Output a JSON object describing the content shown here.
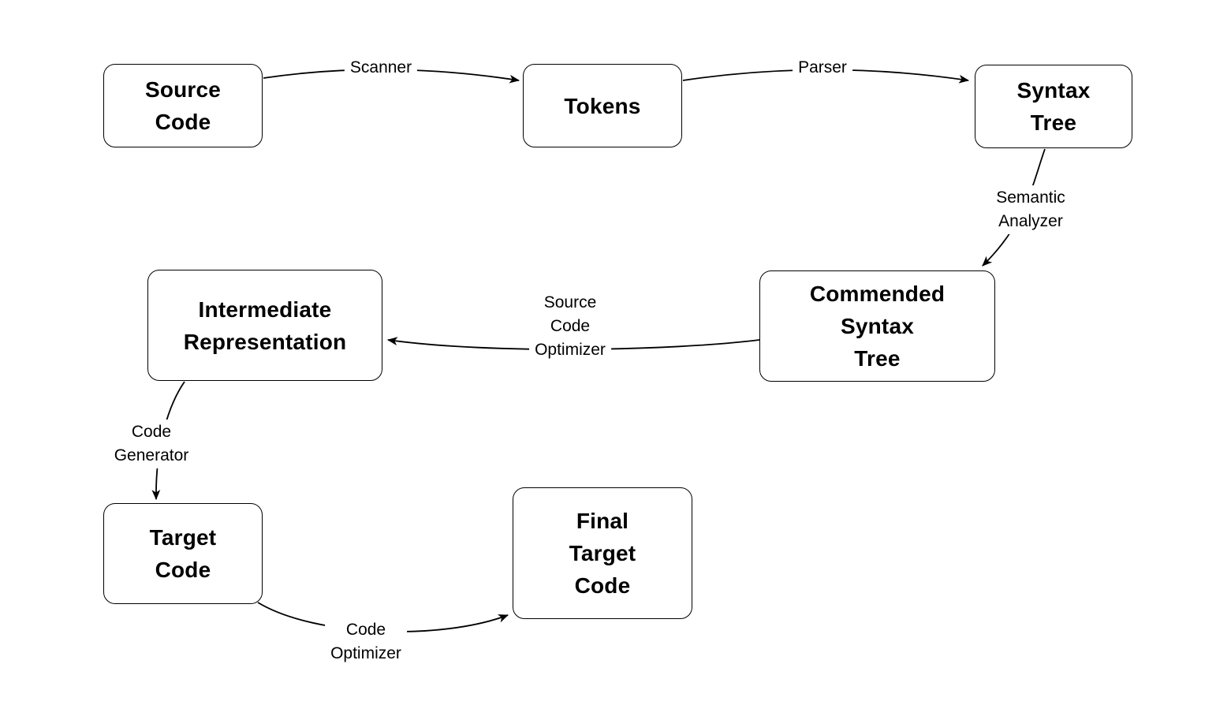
{
  "diagram": {
    "background_color": "#ffffff",
    "stroke_color": "#000000",
    "nodes": [
      {
        "id": "source-code",
        "label": "Source\nCode"
      },
      {
        "id": "tokens",
        "label": "Tokens"
      },
      {
        "id": "syntax-tree",
        "label": "Syntax\nTree"
      },
      {
        "id": "commended-syntax-tree",
        "label": "Commended\nSyntax\nTree"
      },
      {
        "id": "intermediate-representation",
        "label": "Intermediate\nRepresentation"
      },
      {
        "id": "target-code",
        "label": "Target\nCode"
      },
      {
        "id": "final-target-code",
        "label": "Final\nTarget\nCode"
      }
    ],
    "edges": [
      {
        "id": "scanner",
        "label": "Scanner",
        "from": "source-code",
        "to": "tokens"
      },
      {
        "id": "parser",
        "label": "Parser",
        "from": "tokens",
        "to": "syntax-tree"
      },
      {
        "id": "semantic-analyzer",
        "label": "Semantic\nAnalyzer",
        "from": "syntax-tree",
        "to": "commended-syntax-tree"
      },
      {
        "id": "source-code-optimizer",
        "label": "Source\nCode\nOptimizer",
        "from": "commended-syntax-tree",
        "to": "intermediate-representation"
      },
      {
        "id": "code-generator",
        "label": "Code\nGenerator",
        "from": "intermediate-representation",
        "to": "target-code"
      },
      {
        "id": "code-optimizer",
        "label": "Code\nOptimizer",
        "from": "target-code",
        "to": "final-target-code"
      }
    ]
  }
}
